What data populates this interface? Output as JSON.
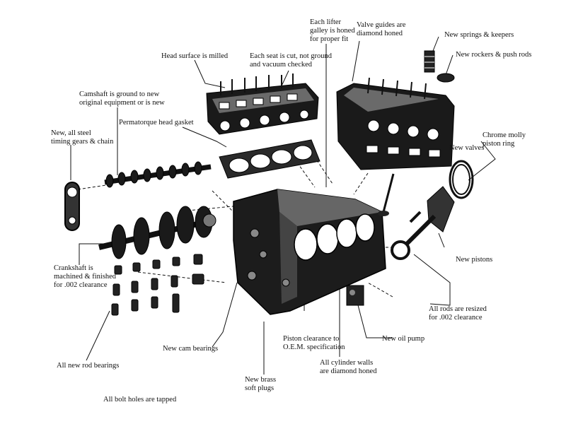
{
  "colors": {
    "ink": "#111111",
    "paper": "#ffffff",
    "shade": "#555555"
  },
  "labels": {
    "lifter_galley": "Each lifter\ngalley is honed\nfor proper fit",
    "valve_guides": "Valve guides are\ndiamond honed",
    "springs_keepers": "New springs & keepers",
    "rockers_pushrods": "New rockers & push rods",
    "head_surface": "Head surface is milled",
    "seat_cut": "Each seat is cut, not ground\nand vacuum checked",
    "camshaft": "Camshaft is ground to new\noriginal equipment or is new",
    "head_gasket": "Permatorque head gasket",
    "timing_gears": "New, all steel\ntiming gears & chain",
    "chrome_rings": "Chrome molly\npiston ring",
    "new_valves": "New valves",
    "crankshaft": "Crankshaft is\nmachined & finished\nfor .002 clearance",
    "new_pistons": "New pistons",
    "rods_resized": "All rods are resized\nfor .002 clearance",
    "piston_clearance": "Piston clearance to\nO.E.M. specification",
    "oil_pump": "New oil pump",
    "cam_bearings": "New cam bearings",
    "rod_bearings": "All new rod bearings",
    "brass_plugs": "New brass\nsoft plugs",
    "cylinder_walls": "All cylinder walls\nare diamond honed",
    "bolt_holes": "All bolt holes are tapped"
  }
}
